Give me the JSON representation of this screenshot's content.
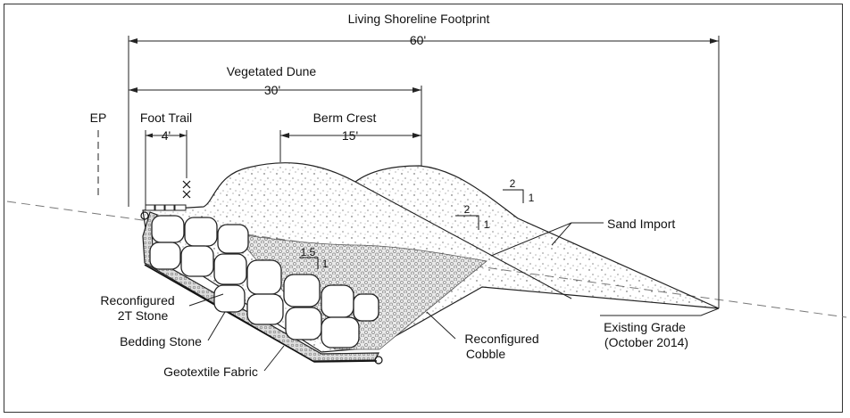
{
  "labels": {
    "footprint": "Living Shoreline Footprint",
    "footprint_dim": "60'",
    "dune": "Vegetated Dune",
    "dune_dim": "30'",
    "ep": "EP",
    "foot_trail": "Foot Trail",
    "foot_trail_dim": "4'",
    "berm_crest": "Berm Crest",
    "berm_dim": "15'",
    "sand_import": "Sand Import",
    "stone_line1": "Reconfigured",
    "stone_line2": "2T Stone",
    "bedding_stone": "Bedding Stone",
    "geotextile": "Geotextile Fabric",
    "cobble_line1": "Reconfigured",
    "cobble_line2": "Cobble",
    "grade_line1": "Existing Grade",
    "grade_line2": "(October 2014)"
  },
  "slopes": [
    {
      "run": "2",
      "rise": "1"
    },
    {
      "run": "2",
      "rise": "1"
    },
    {
      "run": "1.5",
      "rise": "1"
    }
  ]
}
